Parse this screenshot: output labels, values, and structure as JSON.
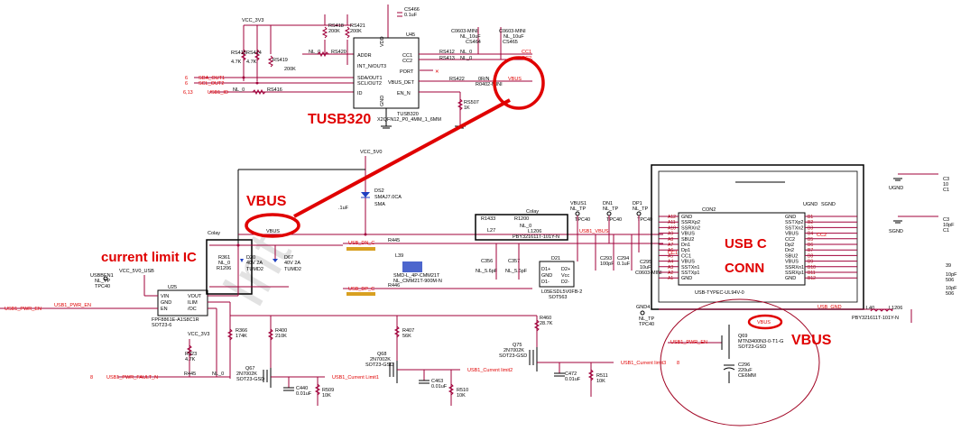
{
  "annotations": {
    "tusb320": "TUSB320",
    "vbus_top": "VBUS",
    "current_limit": "current limit IC",
    "usb_c": "USB C",
    "conn": "CONN",
    "vbus_right": "VBUS",
    "watermark": "Int"
  },
  "colors": {
    "annotation_red": "#e00000",
    "wire": "#a0003a",
    "watermark": "#cccccc"
  },
  "tusb320_block": {
    "ref": "U45",
    "part1": "TUSB320",
    "part2": "X2QFN12_P0_4MM_1_6MM",
    "pins_left": [
      "ADDR",
      "INT_N/OUT3",
      "SDA/OUT1",
      "SCL/OUT2",
      "ID"
    ],
    "pins_right": [
      "CC1",
      "CC2",
      "PORT",
      "VBUS_DET",
      "EN_N"
    ],
    "vdd": "VDD",
    "gnd": "GND",
    "vcc": "VCC_3V3",
    "r_tops": [
      {
        "ref": "RS418",
        "val": "200K"
      },
      {
        "ref": "RS421",
        "val": "200K"
      },
      {
        "ref": "CS466",
        "val": "0.1uF"
      }
    ],
    "r_left": [
      {
        "ref": "RS415",
        "val": "4.7K"
      },
      {
        "ref": "RS414",
        "val": "4.7K"
      },
      {
        "ref": "RS419",
        "val": "200K"
      }
    ],
    "nets_left": [
      "SDA_OUT1",
      "SCL_OUT2",
      "USB1_ID"
    ],
    "sheet_nums": [
      "6",
      "6",
      "6,13"
    ],
    "nl0": "NL_0",
    "rs420": "RS420",
    "rs416": "RS416",
    "rs412": "RS412",
    "rs413": "RS413",
    "rs422": "RS422",
    "rs422_val1": "0R/N",
    "rs422_val2": "R0402-MINI",
    "rs507": "RS507",
    "rs507_val": "1K",
    "cc_caps": [
      {
        "ref": "C0603-MINI",
        "val": "NL_10uF",
        "name": "CS464"
      },
      {
        "ref": "C0603-MINI",
        "val": "NL_10uF",
        "name": "CS465"
      }
    ],
    "cc1": "CC1",
    "cc2": "CC2",
    "vbus_net": "VBUS"
  },
  "vbus_section": {
    "vcc5": "VCC_5V0",
    "ds2_ref": "DS2",
    "ds2_val": "SMAJ7.0CA",
    "ds2_pkg": "SMA",
    "cap_1uf": ".1uF",
    "vbus_label": "VBUS",
    "d20": "D20",
    "d20_val": "40V 2A",
    "d20_pkg": "TUMD2",
    "d67": "D67",
    "d67_val": "40V 2A",
    "d67_pkg": "TUMD2",
    "r361": "R361",
    "r361_val": "NL_0",
    "r1206": "R1206",
    "colay": "Colay",
    "colay2": "Colay"
  },
  "limit_ic": {
    "ref": "U25",
    "part": "FPF8861E-A1S8C1R",
    "pkg": "SOT23-6",
    "pins": [
      "VIN",
      "GND",
      "EN",
      "VOUT",
      "ILIM",
      "/OC"
    ],
    "pin_nums": [
      "1",
      "2",
      "3",
      "6",
      "5",
      "4"
    ],
    "vcc_usb": "VCC_5V0_USB",
    "usbben": "USBBEN1",
    "nl_tp": "NL_TP",
    "tpc40": "TPC40",
    "pwr_en_net": "USB1_PWR_EN",
    "pwr_en_left": "USB1_PWR_EN",
    "fault_net": "USB1_PWR_FAULT_N",
    "fault_num": "8",
    "vcc3": "VCC_3V3",
    "r223": "R223",
    "r223_val": "4.7K",
    "r445": "R445",
    "r445_val": "NL_0"
  },
  "current_limits": [
    {
      "q": "Q67",
      "part": "2N7002K",
      "pkg": "SOT23-GSD",
      "r1": "R366",
      "r1v": "174K",
      "r2": "R400",
      "r2v": "210K",
      "c": "C440",
      "cv": "0.01uF",
      "r3": "R509",
      "r3v": "10K",
      "net": "USB1_Current Limit1"
    },
    {
      "q": "Q68",
      "part": "2N7002K",
      "pkg": "SOT23-GSD",
      "r1": "R407",
      "r1v": "56K",
      "c": "C463",
      "cv": "0.01uF",
      "r3": "R510",
      "r3v": "10K",
      "net": "USB1_Current limit2"
    },
    {
      "q": "Q75",
      "part": "2N7002K",
      "pkg": "SOT23-GSD",
      "r1": "R460",
      "r1v": "28.7K",
      "c": "C472",
      "cv": "0.01uF",
      "r3": "R511",
      "r3v": "10K",
      "net": "USB1_Current limit3"
    }
  ],
  "data_lines": {
    "dn": "USB_DN_C",
    "dp": "USB_DP_C",
    "r445b": "R445",
    "r446": "R446",
    "l39": "L39",
    "l39_val": "SMD-L_4P-CMM21T",
    "l39_val2": "NL_CMM21T-900M-N",
    "c356": "C356",
    "c356v": "NL_5.6pF",
    "c357": "C357",
    "c357v": "NL_5.6pF",
    "d21": "D21",
    "d21_pins": [
      "D1+",
      "GND",
      "D1-",
      "D2+",
      "Vcc",
      "D2-"
    ],
    "d21_part": "L05ESDL5V0FB-2",
    "d21_pkg": "SOT563",
    "r1433": "R1433",
    "r1200": "R1200",
    "l27": "L27",
    "l27v": "PBY321611T-101Y-N",
    "l12": "L1206",
    "nl0": "NL_0",
    "usb1_vbus": "USB1_VBUS",
    "colay": "Colay",
    "c293": "C293",
    "c293v": "100pF",
    "c294": "C294",
    "c294v": "0.1uF",
    "c295": "C295",
    "c295v": "10uF",
    "c295p": "C0603-MINI",
    "tp": [
      {
        "ref": "VBUS1",
        "nl": "NL_TP",
        "t": "TPC40"
      },
      {
        "ref": "DN1",
        "nl": "NL_TP",
        "t": "TPC40"
      },
      {
        "ref": "DP1",
        "nl": "NL_TP",
        "t": "TPC40"
      }
    ]
  },
  "connector": {
    "ref": "CON2",
    "part": "USB-TYPEC-UL94V-0",
    "left_pins": [
      "GND",
      "SSRXp2",
      "SSRXn2",
      "VBUS",
      "SBU2",
      "Dn1",
      "Dp1",
      "CC1",
      "VBUS",
      "SSTXn1",
      "SSTXp1",
      "GND"
    ],
    "left_nums": [
      "A12",
      "A11",
      "A10",
      "A9",
      "A8",
      "A7",
      "A6",
      "A5",
      "A4",
      "A3",
      "A2",
      "A1"
    ],
    "right_pins": [
      "GND",
      "SSTXp2",
      "SSTXn2",
      "VBUS",
      "CC2",
      "Dp2",
      "Dn2",
      "SBU2",
      "VBUS",
      "SSRXn1",
      "SSRXp1",
      "GND"
    ],
    "right_nums": [
      "B1",
      "B2",
      "B3",
      "B4",
      "B5",
      "B6",
      "B7",
      "B8",
      "B9",
      "B10",
      "B11",
      "B12"
    ],
    "ugnd": "UGND",
    "sgnd": "SGND",
    "usb_gnd": "USB_GND",
    "gnd4": "GND4",
    "nl_tp": "NL_TP",
    "tpc40": "TPC40",
    "cc1": "CC1",
    "cc2": "CC2"
  },
  "vbus_switch": {
    "vbus": "VBUS",
    "net": "USB1_PWR_EN",
    "num": "8",
    "q": "Q69",
    "part": "MTN3400N3-0-T1-G",
    "pkg": "SOT23-GSD",
    "c": "C296",
    "cv": "220uF",
    "cp": "CE6MM",
    "l40": "L40",
    "l40v": "PBY321611T-101Y-N",
    "l1206": "L1206"
  },
  "right_edge": {
    "ugnd": "UGND",
    "sgnd": "SGND",
    "c3": "C3",
    "c3v": "10",
    "c1": "C1",
    "labels": [
      "39",
      "10pF",
      "506",
      "10pF",
      "506"
    ]
  }
}
